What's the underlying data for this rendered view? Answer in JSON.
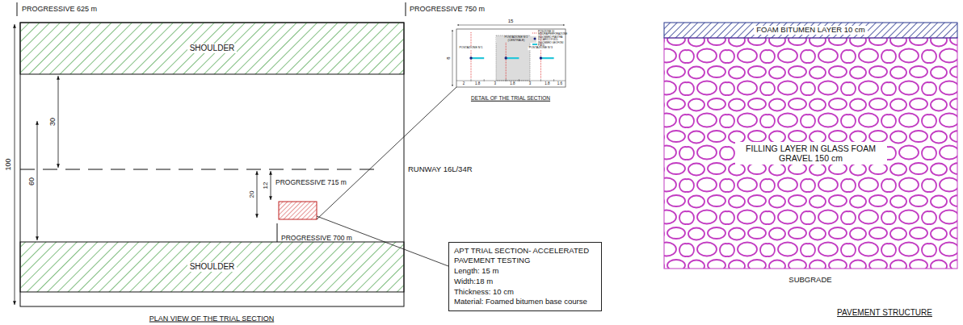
{
  "diagram": {
    "nodes": [
      {
        "text": [
          "SHOULDER"
        ]
      },
      {
        "text": [
          "SHOULDER"
        ]
      },
      {
        "text": [
          "POSTAZIONE N°2 (CENTRALE)"
        ]
      },
      {
        "text": [
          "APT TRIAL SECTION- ACCELERATED PAVEMENT TESTING",
          "Length: 15 m",
          "Width:18 m",
          "Thickness: 10 cm",
          "Material: Foamed bitumen base course"
        ]
      },
      {
        "text": [
          "FOAM BITUMEN LAYER 10 cm"
        ]
      },
      {
        "text": [
          "FILLING LAYER IN GLASS FOAM GRAVEL 150 cm"
        ]
      }
    ],
    "labels": [
      "PROGRESSIVE 625 m",
      "PROGRESSIVE 750 m",
      "100",
      "60",
      "30",
      "20",
      "12",
      "PROGRESSIVE 715 m",
      "RUNWAY 16L/34R",
      "PROGRESSIVE 700 m",
      "PLAN VIEW OF THE TRIAL SECTION",
      "15",
      "8",
      "POSTAZIONE N°1",
      "POSTAZIONE N°3",
      "2",
      "1.8",
      "3",
      "1.8",
      "3",
      "1.8",
      "1.6",
      "DETAIL OF THE TRIAL SECTION",
      "SUBGRADE",
      "PAVEMENT STRUCTURE"
    ],
    "legend": [
      {
        "text": "POSIZIONE DI MISURA/PERFORAZIONE"
      },
      {
        "text": "INGOMBRO PIASTRA DI CARICO F.W.D."
      },
      {
        "text": "INGOMBRO GEOFONI F.W.D."
      }
    ]
  }
}
